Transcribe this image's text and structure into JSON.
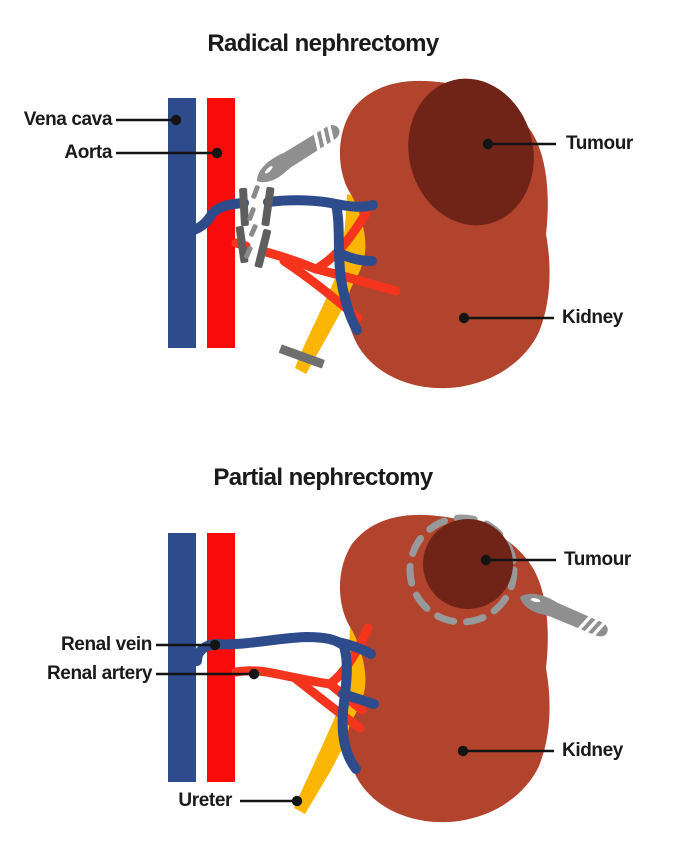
{
  "colors": {
    "background": "#FFFFFF",
    "text": "#1A1A1A",
    "leader": "#141414",
    "vein": "#2E4C8C",
    "bar_red": "#F80B0B",
    "artery": "#F5341D",
    "kidney": "#B2432D",
    "tumour": "#6F2417",
    "ureter": "#FBB604",
    "steel": "#8F8F8F",
    "clamp": "#5E5E5E",
    "cut_dash": "#8A8A8A",
    "margin": "#98999B"
  },
  "icons": {
    "scalpel": "scalpel-icon",
    "clamp": "surgical-clamp-icon",
    "cut_mark": "cut-mark",
    "resection_margin": "dashed-resection-margin"
  },
  "diagrams": [
    {
      "title": "Radical nephrectomy",
      "labels": {
        "vena_cava": "Vena cava",
        "aorta": "Aorta",
        "tumour": "Tumour",
        "kidney": "Kidney"
      }
    },
    {
      "title": "Partial nephrectomy",
      "labels": {
        "renal_vein": "Renal vein",
        "renal_artery": "Renal artery",
        "tumour": "Tumour",
        "kidney": "Kidney",
        "ureter": "Ureter"
      }
    }
  ]
}
